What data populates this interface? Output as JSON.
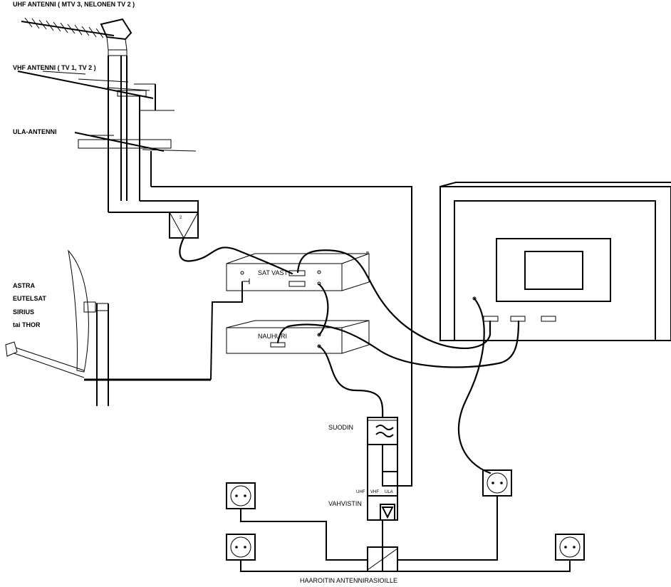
{
  "labels": {
    "uhf_antenna": "UHF ANTENNI ( MTV 3, NELONEN TV 2 )",
    "vhf_antenna": "VHF ANTENNI ( TV 1, TV 2 )",
    "ula_antenna": "ULA-ANTENNI",
    "combiner_number": "2",
    "sat_1": "ASTRA",
    "sat_2": "EUTELSAT",
    "sat_3": "SIRIUS",
    "sat_4": "tai THOR",
    "satellite_receiver": "SAT VAST",
    "video_recorder": "NAUHURI",
    "filter": "SUODIN",
    "amplifier": "VAHVISTIN",
    "amp_input_uhf": "UHF",
    "amp_input_vhf": "VHF",
    "amp_input_ula": "ULA",
    "splitter": "HAAROITIN ANTENNIRASIOILLE"
  }
}
